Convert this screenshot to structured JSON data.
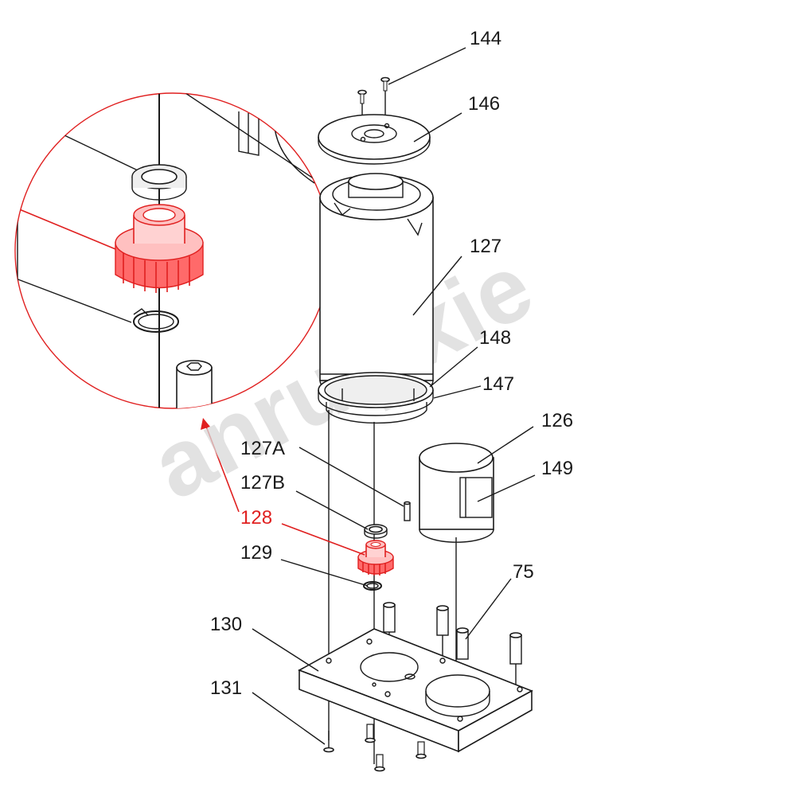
{
  "diagram": {
    "watermark": "anruijixie",
    "callouts": [
      {
        "id": "144",
        "label": "144",
        "highlight": false
      },
      {
        "id": "146",
        "label": "146",
        "highlight": false
      },
      {
        "id": "127",
        "label": "127",
        "highlight": false
      },
      {
        "id": "148",
        "label": "148",
        "highlight": false
      },
      {
        "id": "147",
        "label": "147",
        "highlight": false
      },
      {
        "id": "126",
        "label": "126",
        "highlight": false
      },
      {
        "id": "149",
        "label": "149",
        "highlight": false
      },
      {
        "id": "127A",
        "label": "127A",
        "highlight": false
      },
      {
        "id": "127B",
        "label": "127B",
        "highlight": false
      },
      {
        "id": "128",
        "label": "128",
        "highlight": true
      },
      {
        "id": "129",
        "label": "129",
        "highlight": false
      },
      {
        "id": "75",
        "label": "75",
        "highlight": false
      },
      {
        "id": "130",
        "label": "130",
        "highlight": false
      },
      {
        "id": "131",
        "label": "131",
        "highlight": false
      }
    ],
    "colors": {
      "highlight": "#e02020",
      "line": "#1a1a1a",
      "watermark": "#d9d9d9"
    }
  }
}
